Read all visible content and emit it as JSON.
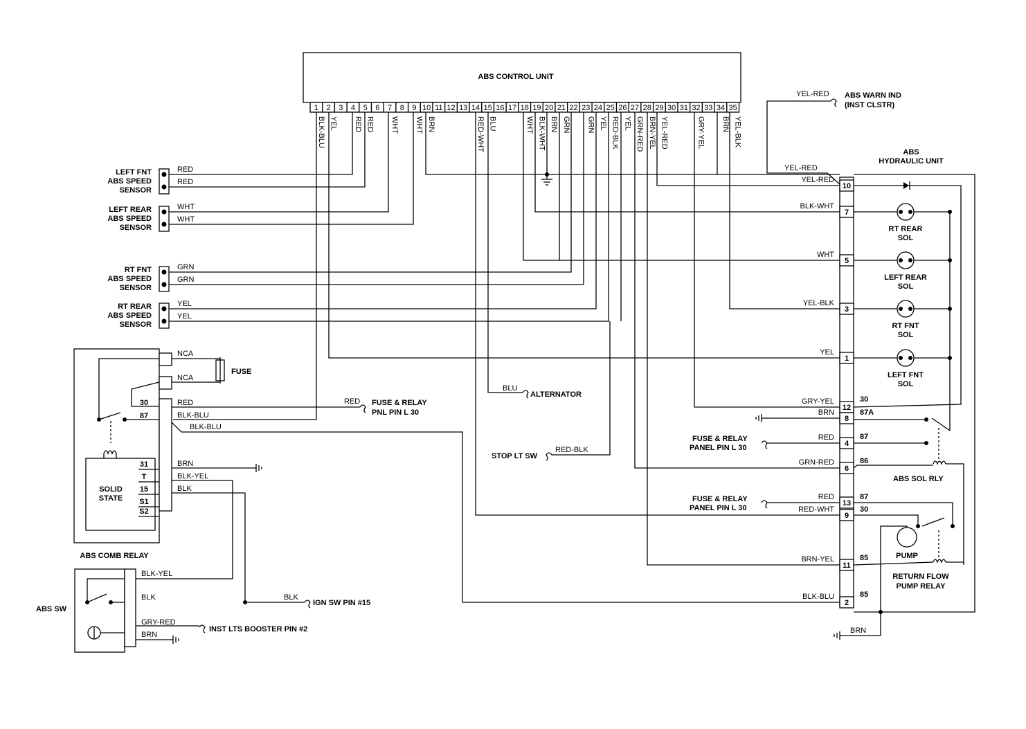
{
  "ecu": {
    "title": "ABS CONTROL UNIT",
    "pins": [
      "1",
      "2",
      "3",
      "4",
      "5",
      "6",
      "7",
      "8",
      "9",
      "10",
      "11",
      "12",
      "13",
      "14",
      "15",
      "16",
      "17",
      "18",
      "19",
      "20",
      "21",
      "22",
      "23",
      "24",
      "25",
      "26",
      "27",
      "28",
      "29",
      "30",
      "31",
      "32",
      "33",
      "34",
      "35"
    ],
    "wire_labels": [
      {
        "pin": "1",
        "label": "BLK-BLU"
      },
      {
        "pin": "2",
        "label": "YEL"
      },
      {
        "pin": "4",
        "label": "RED"
      },
      {
        "pin": "5",
        "label": "RED"
      },
      {
        "pin": "7",
        "label": "WHT"
      },
      {
        "pin": "9",
        "label": "WHT"
      },
      {
        "pin": "10",
        "label": "BRN"
      },
      {
        "pin": "14",
        "label": "RED-WHT"
      },
      {
        "pin": "15",
        "label": "BLU"
      },
      {
        "pin": "18",
        "label": "WHT"
      },
      {
        "pin": "19",
        "label": "BLK-WHT"
      },
      {
        "pin": "20",
        "label": "BRN"
      },
      {
        "pin": "21",
        "label": "GRN"
      },
      {
        "pin": "23",
        "label": "GRN"
      },
      {
        "pin": "24",
        "label": "YEL"
      },
      {
        "pin": "25",
        "label": "RED-BLK"
      },
      {
        "pin": "26",
        "label": "YEL"
      },
      {
        "pin": "27",
        "label": "GRN-RED"
      },
      {
        "pin": "28",
        "label": "BRN-YEL"
      },
      {
        "pin": "29",
        "label": "YEL-RED"
      },
      {
        "pin": "32",
        "label": "GRY-YEL"
      },
      {
        "pin": "34",
        "label": "BRN"
      },
      {
        "pin": "35",
        "label": "YEL-BLK"
      }
    ]
  },
  "sensors": [
    {
      "line1": "LEFT FNT",
      "line2": "ABS SPEED",
      "line3": "SENSOR",
      "wire_a": "RED",
      "wire_b": "RED"
    },
    {
      "line1": "LEFT REAR",
      "line2": "ABS SPEED",
      "line3": "SENSOR",
      "wire_a": "WHT",
      "wire_b": "WHT"
    },
    {
      "line1": "RT FNT",
      "line2": "ABS SPEED",
      "line3": "SENSOR",
      "wire_a": "GRN",
      "wire_b": "GRN"
    },
    {
      "line1": "RT REAR",
      "line2": "ABS SPEED",
      "line3": "SENSOR",
      "wire_a": "YEL",
      "wire_b": "YEL"
    }
  ],
  "comb_relay": {
    "title": "ABS COMB RELAY",
    "solid_state_line1": "SOLID",
    "solid_state_line2": "STATE",
    "terminals": [
      "30",
      "87",
      "31",
      "T",
      "15",
      "S1",
      "S2"
    ],
    "nca_1": "NCA",
    "nca_2": "NCA",
    "fuse": "FUSE",
    "wire_30": "RED",
    "wire_87": "BLK-BLU",
    "wire_87b": "BLK-BLU",
    "wire_31": "BRN",
    "wire_T": "BLK-YEL",
    "wire_15": "BLK"
  },
  "connections": {
    "fuse_relay_red": "RED",
    "fuse_relay_label1": "FUSE & RELAY",
    "fuse_relay_label2": "PNL PIN L 30",
    "alternator_wire": "BLU",
    "alternator": "ALTERNATOR",
    "stop_lt_sw": "STOP LT SW",
    "stop_lt_wire": "RED-BLK",
    "abs_warn_wire": "YEL-RED",
    "abs_warn1": "ABS WARN IND",
    "abs_warn2": "(INST CLSTR)",
    "ign_wire": "BLK",
    "ign_sw": "IGN SW PIN #15",
    "inst_lts": "INST LTS BOOSTER PIN #2"
  },
  "abs_sw": {
    "title": "ABS SW",
    "wires": [
      "BLK-YEL",
      "BLK",
      "GRY-RED",
      "BRN"
    ]
  },
  "hydraulic_unit": {
    "title1": "ABS",
    "title2": "HYDRAULIC UNIT",
    "pins": [
      {
        "pin": "10",
        "wire": "YEL-RED"
      },
      {
        "pin": "7",
        "wire": "BLK-WHT"
      },
      {
        "pin": "5",
        "wire": "WHT"
      },
      {
        "pin": "3",
        "wire": "YEL-BLK"
      },
      {
        "pin": "1",
        "wire": "YEL"
      },
      {
        "pin": "12",
        "wire": "GRY-YEL"
      },
      {
        "pin": "8",
        "wire": "BRN"
      },
      {
        "pin": "4",
        "wire": "RED"
      },
      {
        "pin": "6",
        "wire": "GRN-RED"
      },
      {
        "pin": "13",
        "wire": "RED"
      },
      {
        "pin": "9",
        "wire": "RED-WHT"
      },
      {
        "pin": "11",
        "wire": "BRN-YEL"
      },
      {
        "pin": "2",
        "wire": "BLK-BLU"
      }
    ],
    "pin10_wire_top": "YEL-RED",
    "solenoids": [
      {
        "l1": "RT REAR",
        "l2": "SOL"
      },
      {
        "l1": "LEFT REAR",
        "l2": "SOL"
      },
      {
        "l1": "RT FNT",
        "l2": "SOL"
      },
      {
        "l1": "LEFT FNT",
        "l2": "SOL"
      }
    ],
    "relay_terms": [
      "30",
      "87A",
      "87",
      "86",
      "87",
      "30",
      "85",
      "85"
    ],
    "sol_rly": "ABS SOL RLY",
    "pump": "PUMP",
    "rfp_relay1": "RETURN FLOW",
    "rfp_relay2": "PUMP RELAY",
    "fuse_relay_a1": "FUSE & RELAY",
    "fuse_relay_a2": "PANEL PIN L 30",
    "fuse_relay_b1": "FUSE & RELAY",
    "fuse_relay_b2": "PANEL PIN L 30",
    "ground_wire": "BRN"
  }
}
